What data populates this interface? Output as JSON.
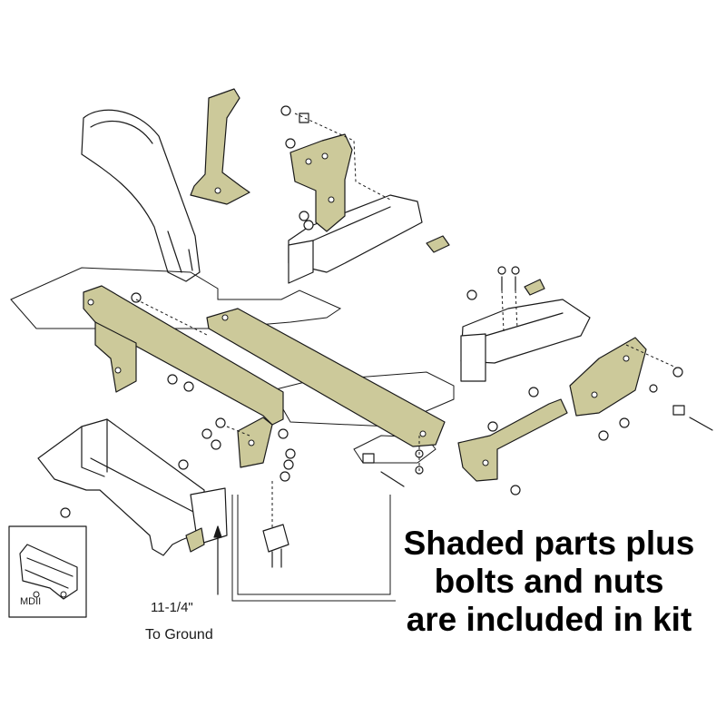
{
  "labels": {
    "inset_model": "MDII",
    "measurement_value": "11-1/4\"",
    "measurement_text": "To Ground"
  },
  "caption": {
    "line1": "Shaded parts plus",
    "line2": "bolts and nuts",
    "line3": "are included in kit"
  },
  "colors": {
    "shaded_part": "#ccc99a",
    "outline": "#1a1a1a",
    "background": "#ffffff"
  }
}
